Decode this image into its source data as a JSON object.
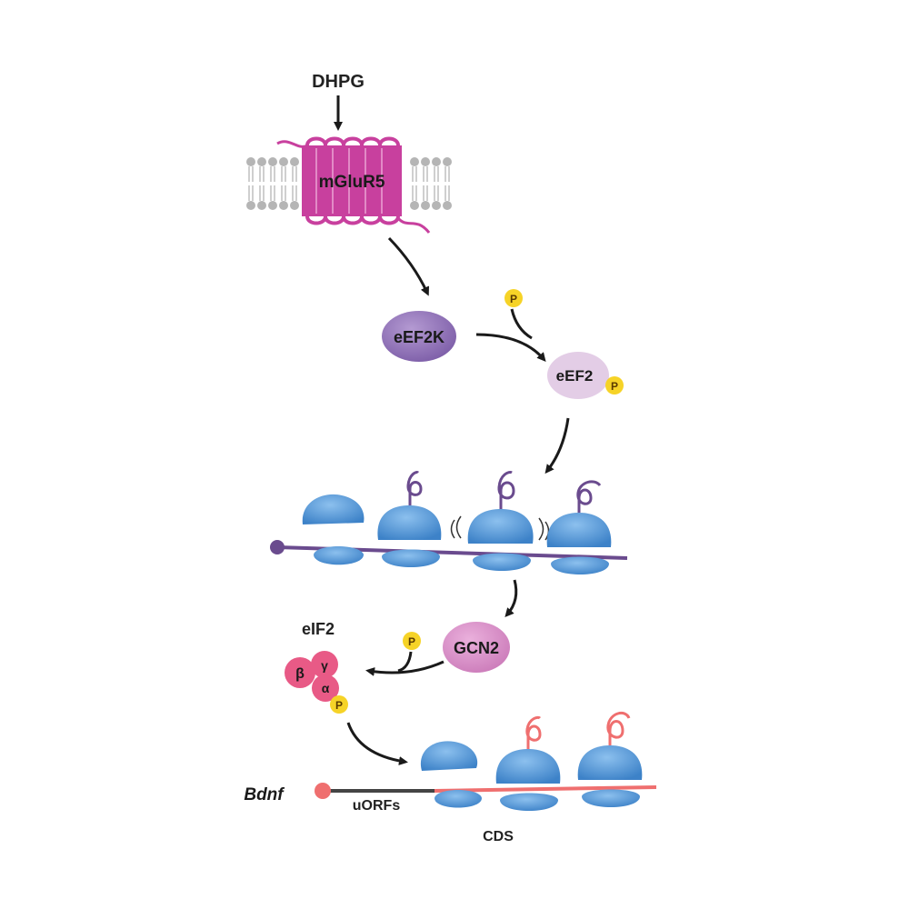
{
  "labels": {
    "dhpg": "DHPG",
    "receptor": "mGluR5",
    "kinase1": "eEF2K",
    "factor1": "eEF2",
    "kinase2": "GCN2",
    "complex": "eIF2",
    "beta": "β",
    "gamma": "γ",
    "alpha": "α",
    "phospho": "P",
    "gene": "Bdnf",
    "uorfs": "uORFs",
    "cds": "CDS"
  },
  "colors": {
    "membrane_lipid": "#b8b8b8",
    "receptor": "#c8409e",
    "kinase1": "#8f6fb4",
    "factor1": "#e3cde6",
    "kinase2": "#d98cc6",
    "eif2": "#e85a86",
    "phospho": "#f6d327",
    "ribosome": "#4f94d4",
    "mrna_top": "#6a4b8e",
    "mrna_bdnf": "#ef6f6f",
    "uorf_line": "#444444"
  }
}
